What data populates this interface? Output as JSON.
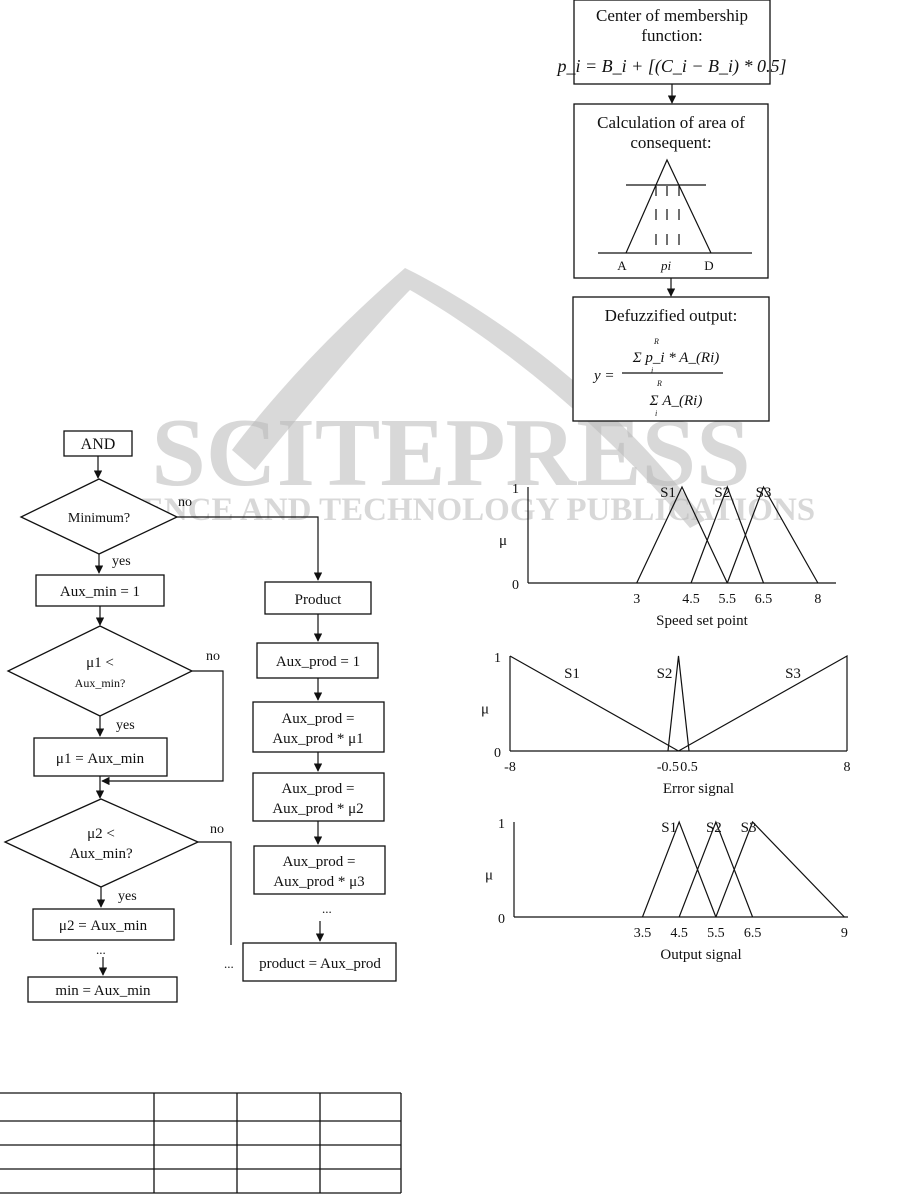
{
  "watermark": {
    "main": "SCITEPRESS",
    "sub": "SCIENCE AND TECHNOLOGY PUBLICATIONS"
  },
  "defuzz_flow": {
    "center_title": "Center of membership function:",
    "center_formula": "p_i = B_i + [(C_i − B_i) * 0.5]",
    "area_title": "Calculation of area of consequent:",
    "area_labels": {
      "a": "A",
      "p": "pi",
      "d": "D"
    },
    "output_title": "Defuzzified output:",
    "output_lhs": "y =",
    "output_num": "Σ p_i * A_(Ri)",
    "output_den": "Σ A_(Ri)",
    "sum_top": "R",
    "sum_bottom": "i"
  },
  "flowchart": {
    "start": "AND",
    "decision_min": "Minimum?",
    "yes": "yes",
    "no": "no",
    "aux_min_init": "Aux_min = 1",
    "decision_mu1_a": "μ1 <",
    "decision_mu1_b": "Aux_min?",
    "assign_mu1": "μ1 = Aux_min",
    "decision_mu2_a": "μ2 <",
    "decision_mu2_b": "Aux_min?",
    "assign_mu2": "μ2 = Aux_min",
    "ellipsis": "...",
    "min_result": "min = Aux_min",
    "product": "Product",
    "aux_prod_init": "Aux_prod = 1",
    "prod_eq": "Aux_prod =",
    "prod_mu1": "Aux_prod * μ1",
    "prod_mu2": "Aux_prod * μ2",
    "prod_mu3": "Aux_prod * μ3",
    "product_result": "product = Aux_prod"
  },
  "chart_data": [
    {
      "type": "line",
      "xlabel": "Speed set point",
      "ylabel": "μ",
      "xlim": [
        0,
        8.5
      ],
      "ylim": [
        0,
        1
      ],
      "y_ticks": [
        "0",
        "1"
      ],
      "x_ticks": [
        {
          "v": 3,
          "t": "3"
        },
        {
          "v": 4.5,
          "t": "4.5"
        },
        {
          "v": 5.5,
          "t": "5.5"
        },
        {
          "v": 6.5,
          "t": "6.5"
        },
        {
          "v": 8,
          "t": "8"
        }
      ],
      "series": [
        {
          "name": "S1",
          "x": [
            3,
            4.25,
            5.5
          ],
          "y": [
            0,
            1,
            0
          ]
        },
        {
          "name": "S2",
          "x": [
            4.5,
            5.5,
            6.5
          ],
          "y": [
            0,
            1,
            0
          ]
        },
        {
          "name": "S3",
          "x": [
            5.5,
            6.5,
            8
          ],
          "y": [
            0,
            1,
            0
          ]
        }
      ]
    },
    {
      "type": "line",
      "xlabel": "Error signal",
      "ylabel": "μ",
      "xlim": [
        -8,
        8
      ],
      "ylim": [
        0,
        1
      ],
      "y_ticks": [
        "0",
        "1"
      ],
      "x_ticks": [
        {
          "v": -8,
          "t": "-8"
        },
        {
          "v": -0.5,
          "t": "-0.5"
        },
        {
          "v": 0.5,
          "t": "0.5"
        },
        {
          "v": 8,
          "t": "8"
        }
      ],
      "series": [
        {
          "name": "S1",
          "x": [
            -8,
            0
          ],
          "y": [
            1,
            0
          ]
        },
        {
          "name": "S2",
          "x": [
            -0.5,
            0,
            0.5
          ],
          "y": [
            0,
            1,
            0
          ]
        },
        {
          "name": "S3",
          "x": [
            0,
            8,
            8
          ],
          "y": [
            0,
            1,
            0
          ]
        }
      ]
    },
    {
      "type": "line",
      "xlabel": "Output signal",
      "ylabel": "μ",
      "xlim": [
        0,
        9.1
      ],
      "ylim": [
        0,
        1
      ],
      "y_ticks": [
        "0",
        "1"
      ],
      "x_ticks": [
        {
          "v": 3.5,
          "t": "3.5"
        },
        {
          "v": 4.5,
          "t": "4.5"
        },
        {
          "v": 5.5,
          "t": "5.5"
        },
        {
          "v": 6.5,
          "t": "6.5"
        },
        {
          "v": 9,
          "t": "9"
        }
      ],
      "series": [
        {
          "name": "S1",
          "x": [
            3.5,
            4.5,
            5.5
          ],
          "y": [
            0,
            1,
            0
          ]
        },
        {
          "name": "S2",
          "x": [
            4.5,
            5.5,
            6.5
          ],
          "y": [
            0,
            1,
            0
          ]
        },
        {
          "name": "S3",
          "x": [
            5.5,
            6.5,
            9
          ],
          "y": [
            0,
            1,
            0
          ]
        }
      ]
    }
  ],
  "table": {
    "rows": [
      [
        "",
        "",
        "",
        ""
      ],
      [
        "",
        "",
        "",
        ""
      ],
      [
        "",
        "",
        "",
        ""
      ],
      [
        "",
        "",
        "",
        ""
      ]
    ]
  }
}
